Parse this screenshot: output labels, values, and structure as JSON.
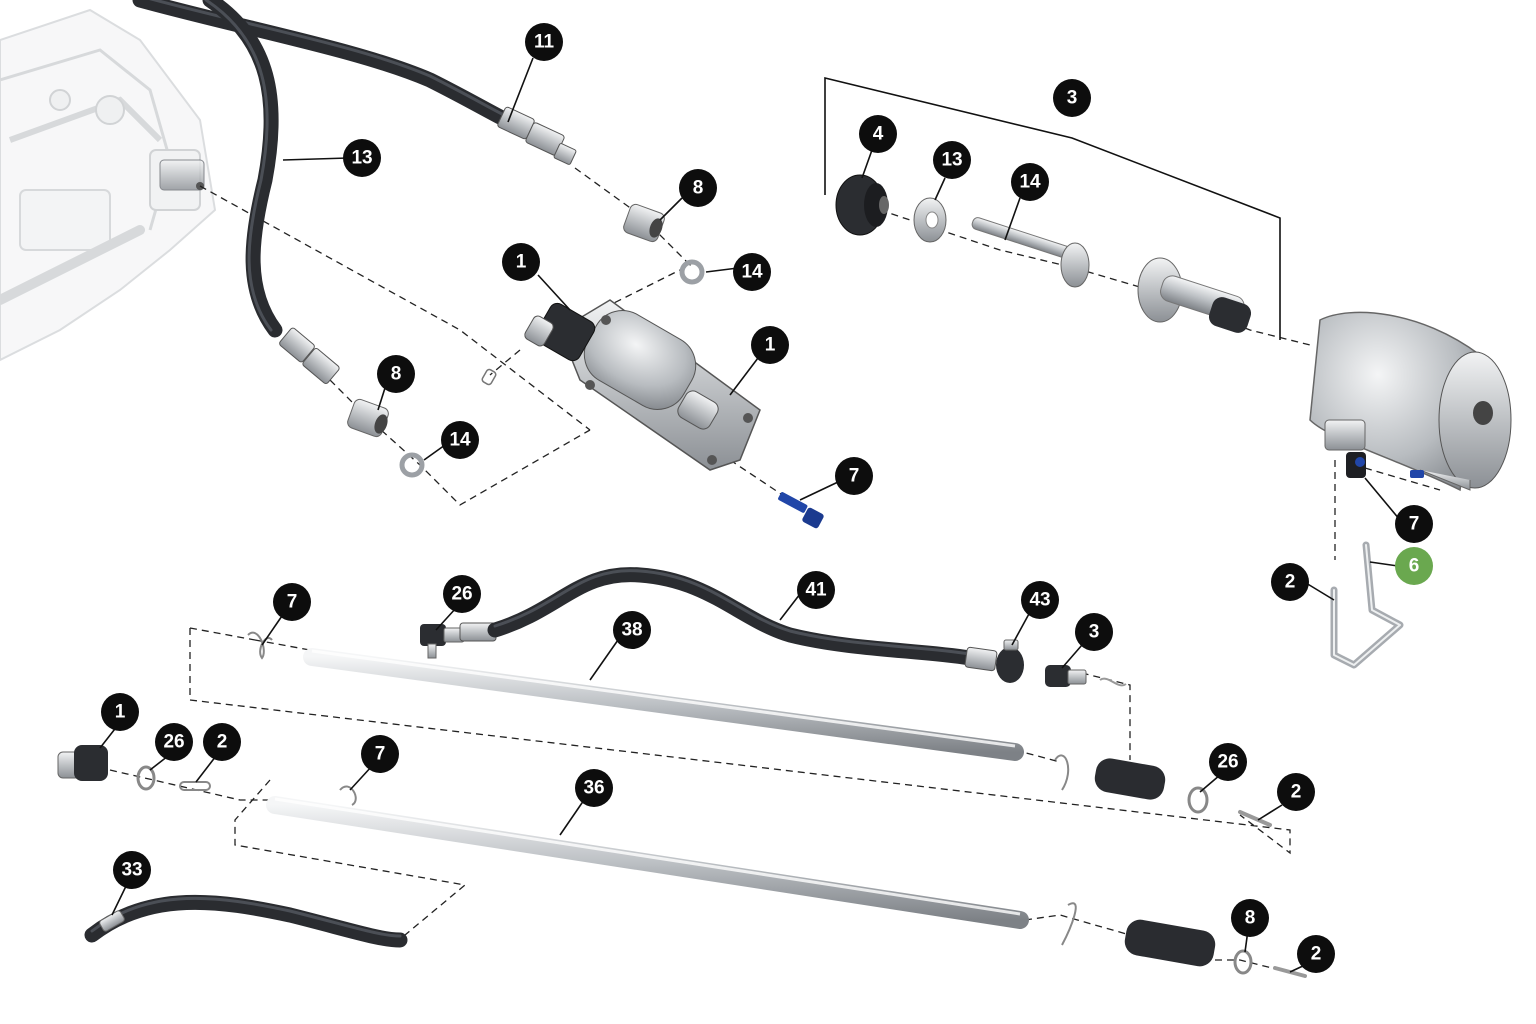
{
  "colors": {
    "callout_default": "#0d0d0d",
    "callout_highlight": "#6aa84f",
    "bolt_blue": "#2146a8",
    "hose": "#2a2c30",
    "metal": "#c8cacd"
  },
  "callouts": [
    {
      "id": "c-11",
      "label": "11",
      "kind": "default"
    },
    {
      "id": "c-13a",
      "label": "13",
      "kind": "default"
    },
    {
      "id": "c-8a",
      "label": "8",
      "kind": "default"
    },
    {
      "id": "c-14a",
      "label": "14",
      "kind": "default"
    },
    {
      "id": "c-1a",
      "label": "1",
      "kind": "default"
    },
    {
      "id": "c-1b",
      "label": "1",
      "kind": "default"
    },
    {
      "id": "c-8b",
      "label": "8",
      "kind": "default"
    },
    {
      "id": "c-14b",
      "label": "14",
      "kind": "default"
    },
    {
      "id": "c-7a",
      "label": "7",
      "kind": "default"
    },
    {
      "id": "c-3a",
      "label": "3",
      "kind": "default"
    },
    {
      "id": "c-4",
      "label": "4",
      "kind": "default"
    },
    {
      "id": "c-13b",
      "label": "13",
      "kind": "default"
    },
    {
      "id": "c-14c",
      "label": "14",
      "kind": "default"
    },
    {
      "id": "c-7b",
      "label": "7",
      "kind": "default"
    },
    {
      "id": "c-6",
      "label": "6",
      "kind": "highlight"
    },
    {
      "id": "c-2a",
      "label": "2",
      "kind": "default"
    },
    {
      "id": "c-7c",
      "label": "7",
      "kind": "default"
    },
    {
      "id": "c-26a",
      "label": "26",
      "kind": "default"
    },
    {
      "id": "c-41",
      "label": "41",
      "kind": "default"
    },
    {
      "id": "c-43",
      "label": "43",
      "kind": "default"
    },
    {
      "id": "c-3b",
      "label": "3",
      "kind": "default"
    },
    {
      "id": "c-38",
      "label": "38",
      "kind": "default"
    },
    {
      "id": "c-1c",
      "label": "1",
      "kind": "default"
    },
    {
      "id": "c-26b",
      "label": "26",
      "kind": "default"
    },
    {
      "id": "c-2b",
      "label": "2",
      "kind": "default"
    },
    {
      "id": "c-7d",
      "label": "7",
      "kind": "default"
    },
    {
      "id": "c-36",
      "label": "36",
      "kind": "default"
    },
    {
      "id": "c-26c",
      "label": "26",
      "kind": "default"
    },
    {
      "id": "c-2c",
      "label": "2",
      "kind": "default"
    },
    {
      "id": "c-33",
      "label": "33",
      "kind": "default"
    },
    {
      "id": "c-8c",
      "label": "8",
      "kind": "default"
    },
    {
      "id": "c-2d",
      "label": "2",
      "kind": "default"
    }
  ]
}
